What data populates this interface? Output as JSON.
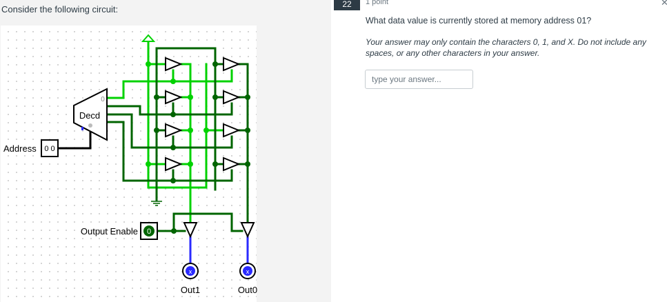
{
  "left": {
    "prompt": "Consider the following circuit:"
  },
  "circuit": {
    "address_label": "Address",
    "address_value": "0 0",
    "decoder_label": "Decd",
    "decoder_output0_label": "0",
    "output_enable_label": "Output Enable",
    "output_enable_value": "0",
    "out1_label": "Out1",
    "out0_label": "Out0",
    "out1_value": "x",
    "out0_value": "x",
    "colors": {
      "wire_high": "#00d200",
      "wire_low": "#006400",
      "wire_unknown": "#2a2aff",
      "component": "#000000"
    }
  },
  "question": {
    "number": "22",
    "points": "1 point",
    "close_icon": "close-icon",
    "text": "What data value is currently stored at memory address 01?",
    "instructions": "Your answer may only contain the characters 0, 1, and X.  Do not include any spaces, or any other characters in your answer.",
    "answer_value": "",
    "answer_placeholder": "type your answer..."
  }
}
